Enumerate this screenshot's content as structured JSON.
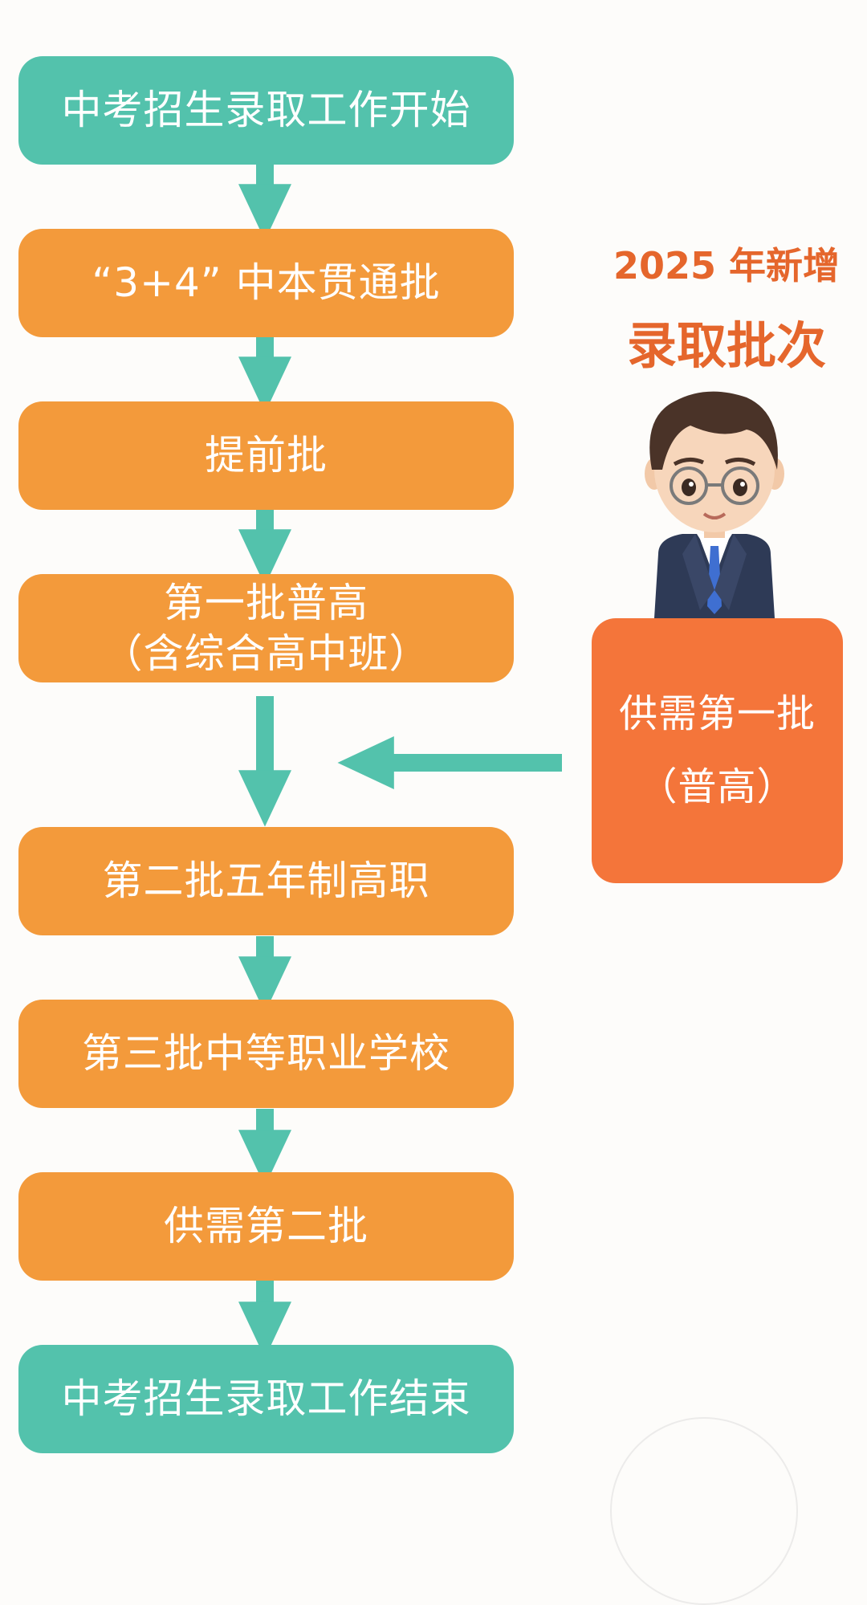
{
  "colors": {
    "teal": "#53c2ac",
    "orange": "#f39a3b",
    "red_orange": "#f4753a",
    "label_text": "#e5662c"
  },
  "flow": [
    {
      "lines": [
        "中考招生录取工作开始"
      ],
      "color": "teal"
    },
    {
      "lines": [
        "“3+4” 中本贯通批"
      ],
      "color": "orange"
    },
    {
      "lines": [
        "提前批"
      ],
      "color": "orange"
    },
    {
      "lines": [
        "第一批普高",
        "（含综合高中班）"
      ],
      "color": "orange"
    },
    {
      "lines": [
        "第二批五年制高职"
      ],
      "color": "orange"
    },
    {
      "lines": [
        "第三批中等职业学校"
      ],
      "color": "orange"
    },
    {
      "lines": [
        "供需第二批"
      ],
      "color": "orange"
    },
    {
      "lines": [
        "中考招生录取工作结束"
      ],
      "color": "teal"
    }
  ],
  "new_batch": {
    "year_label": "2025 年新增",
    "title": "录取批次",
    "box_line1": "供需第一批",
    "box_line2": "（普高）",
    "avatar_icon": "teacher-avatar-icon"
  }
}
